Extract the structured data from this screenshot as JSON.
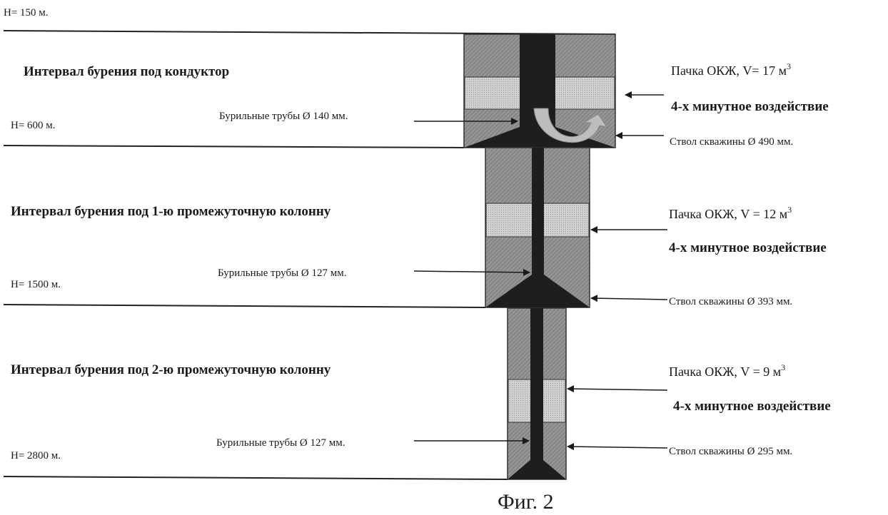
{
  "depths": {
    "top": "H= 150 м.",
    "s1": "H= 600 м.",
    "s2": "H= 1500 м.",
    "s3": "H= 2800 м."
  },
  "sections": [
    {
      "title": "Интервал бурения под кондуктор",
      "pipe": "Бурильные трубы Ø 140 мм.",
      "pack": "Пачка ОКЖ,  V= 17 м",
      "sup": "3",
      "action": "4-х  минутное воздействие",
      "well": "Ствол скважины Ø 490 мм."
    },
    {
      "title": "Интервал бурения под 1-ю промежуточную колонну",
      "pipe": "Бурильные трубы Ø 127 мм.",
      "pack": "Пачка ОКЖ,  V =  12 м",
      "sup": "3",
      "action": "4-х  минутное воздействие",
      "well": "Ствол скважины Ø 393 мм."
    },
    {
      "title": "Интервал бурения под 2-ю промежуточную колонну",
      "pipe": "Бурильные трубы Ø 127 мм.",
      "pack": "Пачка ОКЖ,  V = 9 м",
      "sup": "3",
      "action": "4-х  минутное воздействие",
      "well": "Ствол скважины Ø 295 мм."
    }
  ],
  "caption": "Фиг. 2",
  "colors": {
    "rock": "#8a8a8a",
    "pack": "#c8c8c8",
    "pipe": "#1e1e1e",
    "flow": "#bdbdbd"
  }
}
